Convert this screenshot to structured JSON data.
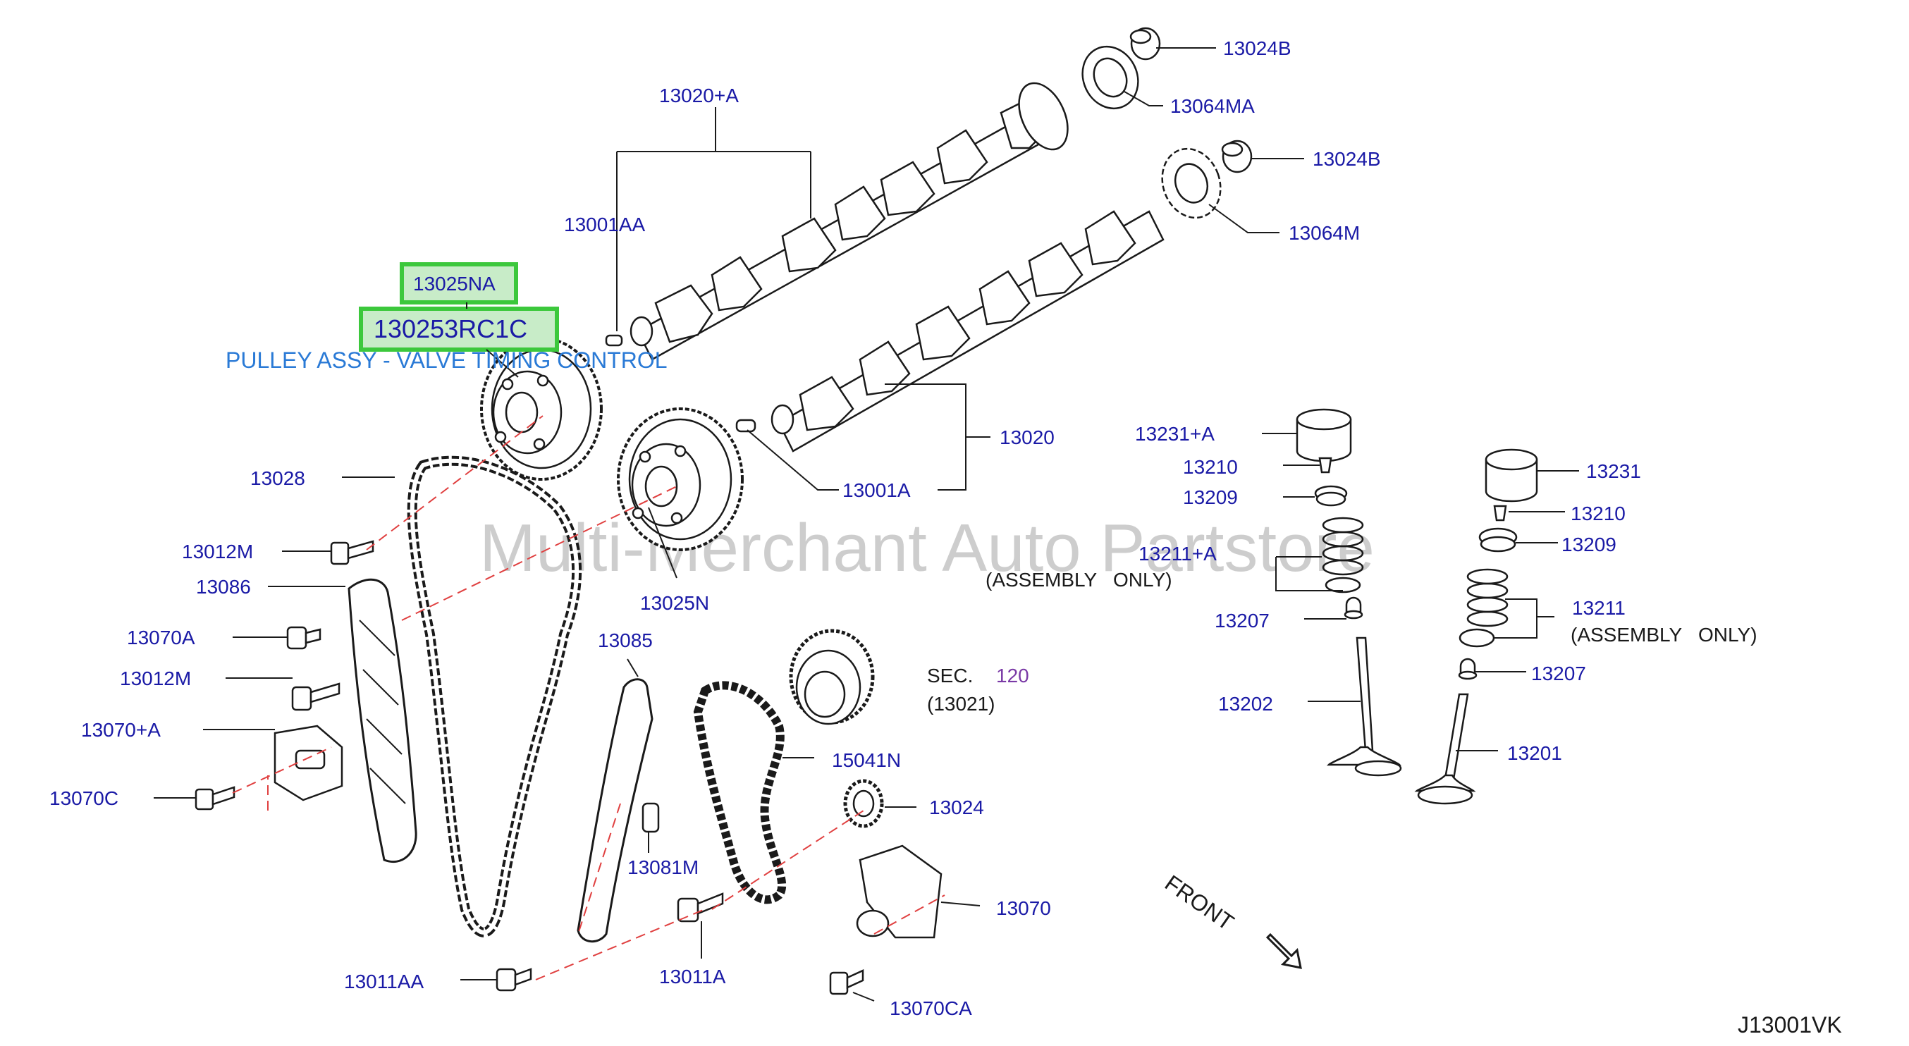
{
  "colors": {
    "label": "#1a1aa6",
    "line": "#1a1aa6",
    "ink": "#1a1a1a",
    "highlight": "#3cc83c",
    "highlight_fill": "#c8ecc8",
    "caption": "#2a7ad6",
    "sec_number": "#7a3aa6",
    "watermark": "#bdbdbd",
    "chain_dash": "#e04040"
  },
  "watermark": "Multi-Merchant Auto Partstore",
  "diagram_code": "J13001VK",
  "front_label": "FRONT",
  "highlight": {
    "part_primary": "13025NA",
    "part_alt": "130253RC1C",
    "caption": "PULLEY ASSY - VALVE TIMING CONTROL"
  },
  "sec_reference": {
    "prefix": "SEC.",
    "number": "120",
    "subpart": "(13021)"
  },
  "labels": {
    "p13024B_top": "13024B",
    "p13064MA": "13064MA",
    "p13020A": "13020+A",
    "p13024B_mid": "13024B",
    "p13064M": "13064M",
    "p13001AA": "13001AA",
    "p13020": "13020",
    "p13001A": "13001A",
    "p13028": "13028",
    "p13012M_top": "13012M",
    "p13086": "13086",
    "p13070A": "13070A",
    "p13012M_low": "13012M",
    "p13070PlusA": "13070+A",
    "p13070C": "13070C",
    "p13025N": "13025N",
    "p13085": "13085",
    "p15041N": "15041N",
    "p13024": "13024",
    "p13081M": "13081M",
    "p13070": "13070",
    "p13011AA": "13011AA",
    "p13011A": "13011A",
    "p13070CA": "13070CA",
    "p13231A": "13231+A",
    "p13210_l": "13210",
    "p13209_l": "13209",
    "p13211A": "13211+A",
    "p13207_l": "13207",
    "p13202": "13202",
    "p13231": "13231",
    "p13210_r": "13210",
    "p13209_r": "13209",
    "p13211": "13211",
    "p13207_r": "13207",
    "p13201": "13201",
    "assembly_only_l": "(ASSEMBLY   ONLY)",
    "assembly_only_r": "(ASSEMBLY   ONLY)"
  }
}
